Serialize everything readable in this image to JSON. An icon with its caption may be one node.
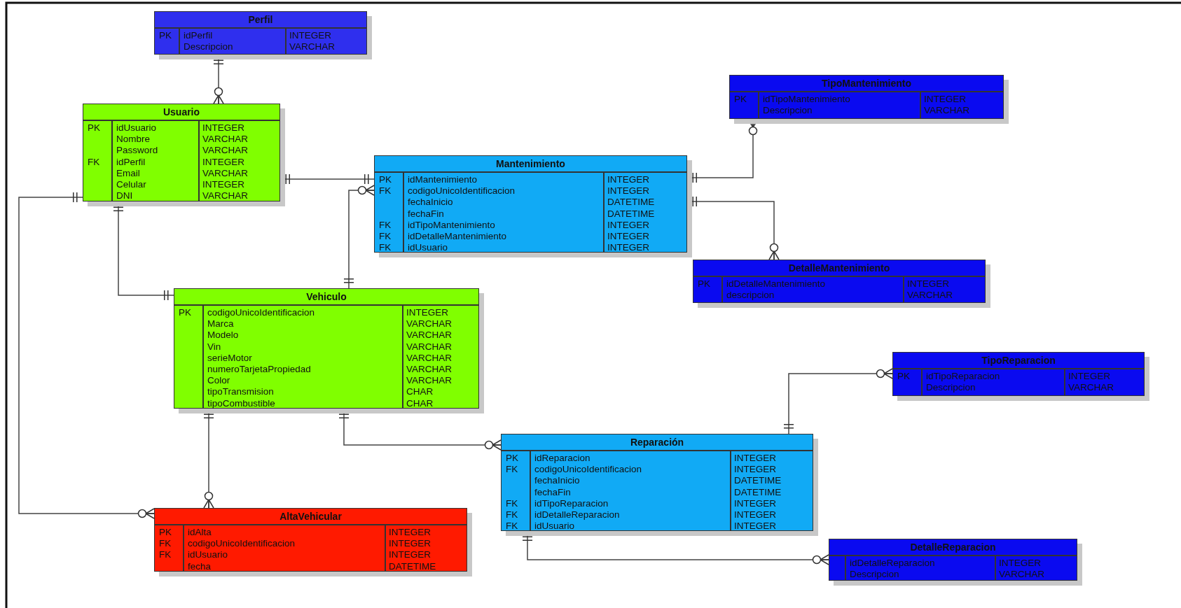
{
  "diagram": {
    "nodes": [
      {
        "text": [
          "Perfil",
          "PK",
          "idPerfil Descripcion",
          "INTEGER VARCHAR"
        ]
      },
      {
        "text": [
          "TipoMantenimiento",
          "PK",
          "idTipoMantenimiento Descripcion",
          "INTEGER VARCHAR"
        ]
      },
      {
        "text": [
          "Usuario",
          "PK",
          "FK",
          "idUsuario Nombre Password idPerfil Email Celular DNI",
          "INTEGER VARCHAR VARCHAR INTEGER VARCHAR INTEGER VARCHAR"
        ]
      },
      {
        "text": [
          "Mantenimiento",
          "PK",
          "FK",
          "FK",
          "FK",
          "FK",
          "idMantenimiento codigoUnicoIdentificacion fechaInicio fechaFin idTipoMantenimiento idDetalleMantenimiento idUsuario",
          "INTEGER INTEGER DATETIME DATETIME INTEGER INTEGER INTEGER"
        ]
      },
      {
        "text": [
          "DetalleMantenimiento",
          "PK",
          "idDetalleMantenimiento descripcion",
          "INTEGER VARCHAR"
        ]
      },
      {
        "text": [
          "Vehiculo",
          "PK",
          "codigoUnicoIdentificacion Marca Modelo Vin serieMotor numeroTarjetaPropiedad Color tipoTransmision tipoCombustible",
          "INTEGER VARCHAR VARCHAR VARCHAR VARCHAR VARCHAR VARCHAR CHAR CHAR"
        ]
      },
      {
        "text": [
          "TipoReparacion",
          "PK",
          "idTipoReparacion Descripcion",
          "INTEGER VARCHAR"
        ]
      },
      {
        "text": [
          "Reparación",
          "PK",
          "FK",
          "FK",
          "FK",
          "FK",
          "idReparacion codigoUnicoIdentificacion fechaInicio fechaFin idTipoReparacion idDetalleReparacion idUsuario",
          "INTEGER INTEGER DATETIME DATETIME INTEGER INTEGER INTEGER"
        ]
      },
      {
        "text": [
          "AltaVehicular",
          "PK",
          "FK",
          "FK",
          "idAlta codigoUnicoIdentificacion idUsuario fecha",
          "INTEGER INTEGER INTEGER DATETIME"
        ]
      },
      {
        "text": [
          "DetalleReparacion",
          "idDetalleReparacion Descripcion",
          "INTEGER VARCHAR"
        ]
      }
    ],
    "edges": [
      {
        "from": 0,
        "to": 2,
        "arrow": "other"
      },
      {
        "from": 2,
        "to": 3,
        "arrow": "other"
      },
      {
        "from": 5,
        "to": 3,
        "arrow": "other"
      },
      {
        "from": 3,
        "to": 1,
        "arrow": "other"
      },
      {
        "from": 3,
        "to": 4,
        "arrow": "other"
      },
      {
        "from": 2,
        "to": 5,
        "arrow": "other"
      },
      {
        "from": 2,
        "to": 8,
        "arrow": "other"
      },
      {
        "from": 5,
        "to": 8,
        "arrow": "other"
      },
      {
        "from": 5,
        "to": 7,
        "arrow": "other"
      },
      {
        "from": 7,
        "to": 6,
        "arrow": "other"
      },
      {
        "from": 7,
        "to": 9,
        "arrow": "other"
      }
    ]
  }
}
